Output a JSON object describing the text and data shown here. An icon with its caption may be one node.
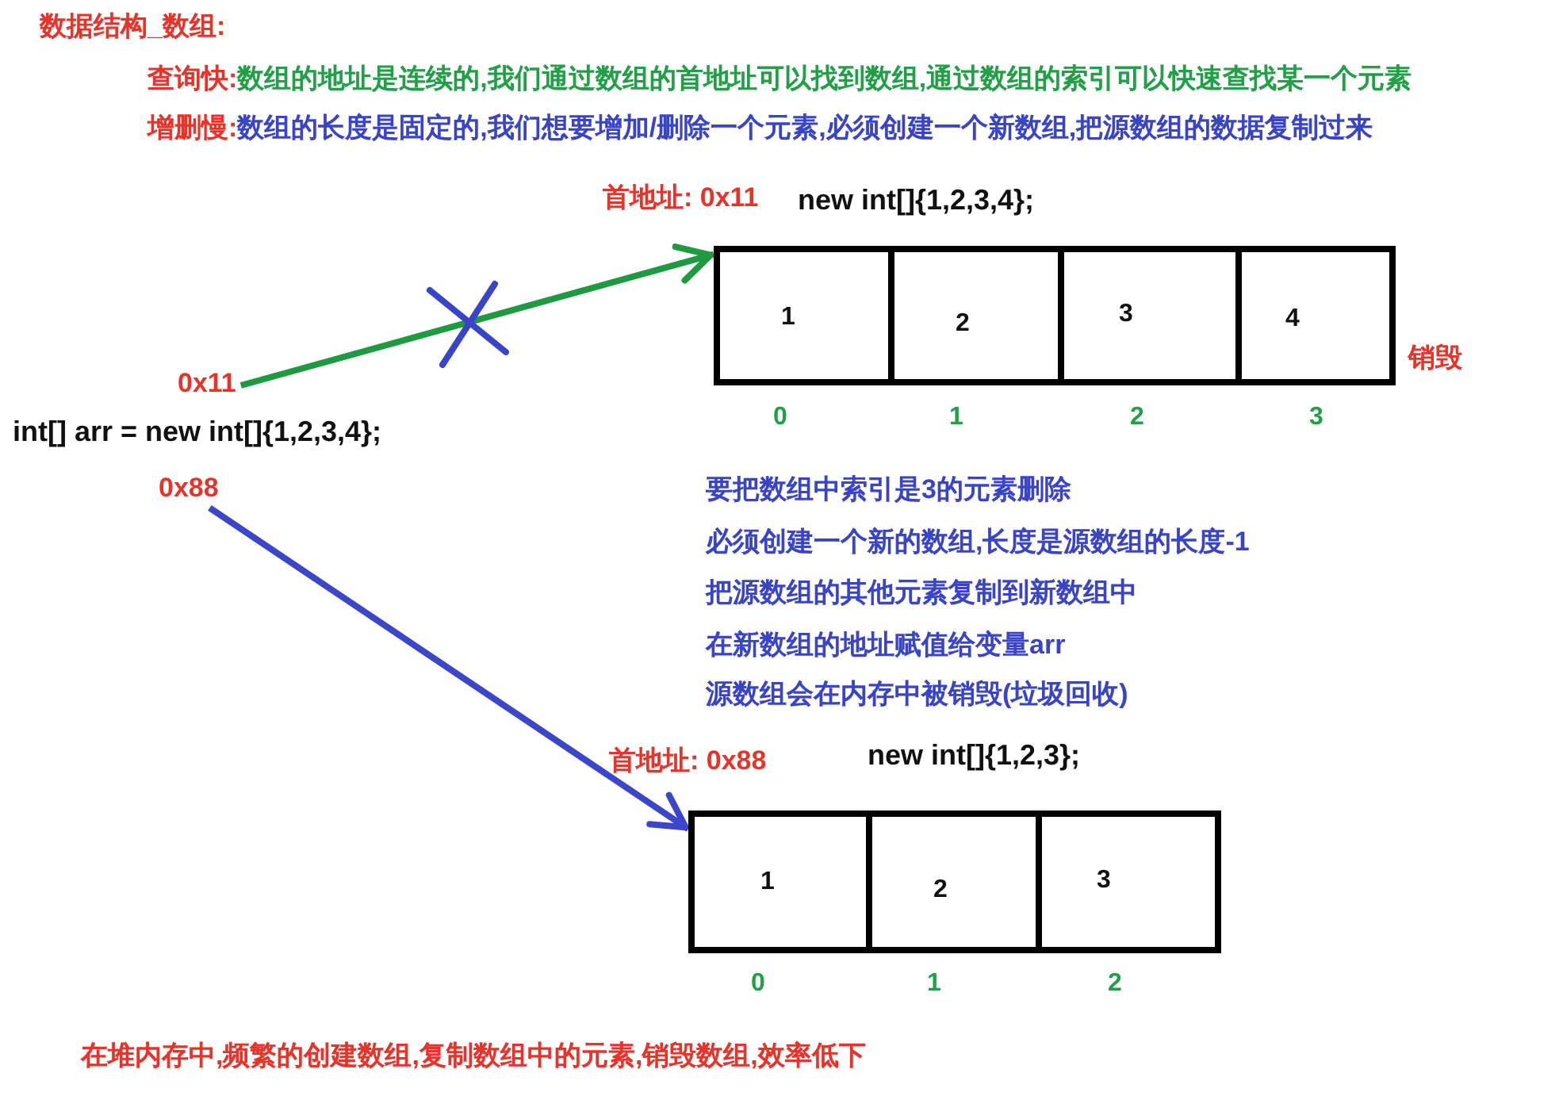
{
  "diagram": {
    "title": "数据结构_数组:",
    "nodes": [
      {
        "text": [
          "0x11"
        ]
      },
      {
        "text": [
          "0x88"
        ]
      },
      {
        "text": [
          "new int[]{1,2,3,4};"
        ],
        "beside": [
          "首地址: 0x11",
          "销毁"
        ]
      },
      {
        "text": [
          "1"
        ],
        "beside": [
          "0"
        ],
        "in": 2
      },
      {
        "text": [
          "2"
        ],
        "beside": [
          "1"
        ],
        "in": 2
      },
      {
        "text": [
          "3"
        ],
        "beside": [
          "2"
        ],
        "in": 2
      },
      {
        "text": [
          "4"
        ],
        "beside": [
          "3"
        ],
        "in": 2
      },
      {
        "text": [
          "new int[]{1,2,3};"
        ],
        "beside": [
          "首地址: 0x88"
        ]
      },
      {
        "text": [
          "1"
        ],
        "beside": [
          "0"
        ],
        "in": 7
      },
      {
        "text": [
          "2"
        ],
        "beside": [
          "1"
        ],
        "in": 7
      },
      {
        "text": [
          "3"
        ],
        "beside": [
          "2"
        ],
        "in": 7
      }
    ],
    "edges": [
      {
        "from": 0,
        "to": 2,
        "arrow": "to",
        "color": "#1f9a40"
      },
      {
        "from": 1,
        "to": 7,
        "arrow": "to",
        "color": "#3c46c8"
      }
    ],
    "labels": [
      "查询快:",
      "数组的地址是连续的,我们通过数组的首地址可以找到数组,通过数组的索引可以快速查找某一个元素",
      "增删慢:",
      "数组的长度是固定的,我们想要增加/删除一个元素,必须创建一个新数组,把源数组的数据复制过来",
      "int[] arr = new int[]{1,2,3,4};",
      "要把数组中索引是3的元素删除",
      "必须创建一个新的数组,长度是源数组的长度-1",
      "把源数组的其他元素复制到新数组中",
      "在新数组的地址赋值给变量arr",
      "源数组会在内存中被销毁(垃圾回收)",
      "在堆内存中,频繁的创建数组,复制数组中的元素,销毁数组,效率低下"
    ]
  }
}
